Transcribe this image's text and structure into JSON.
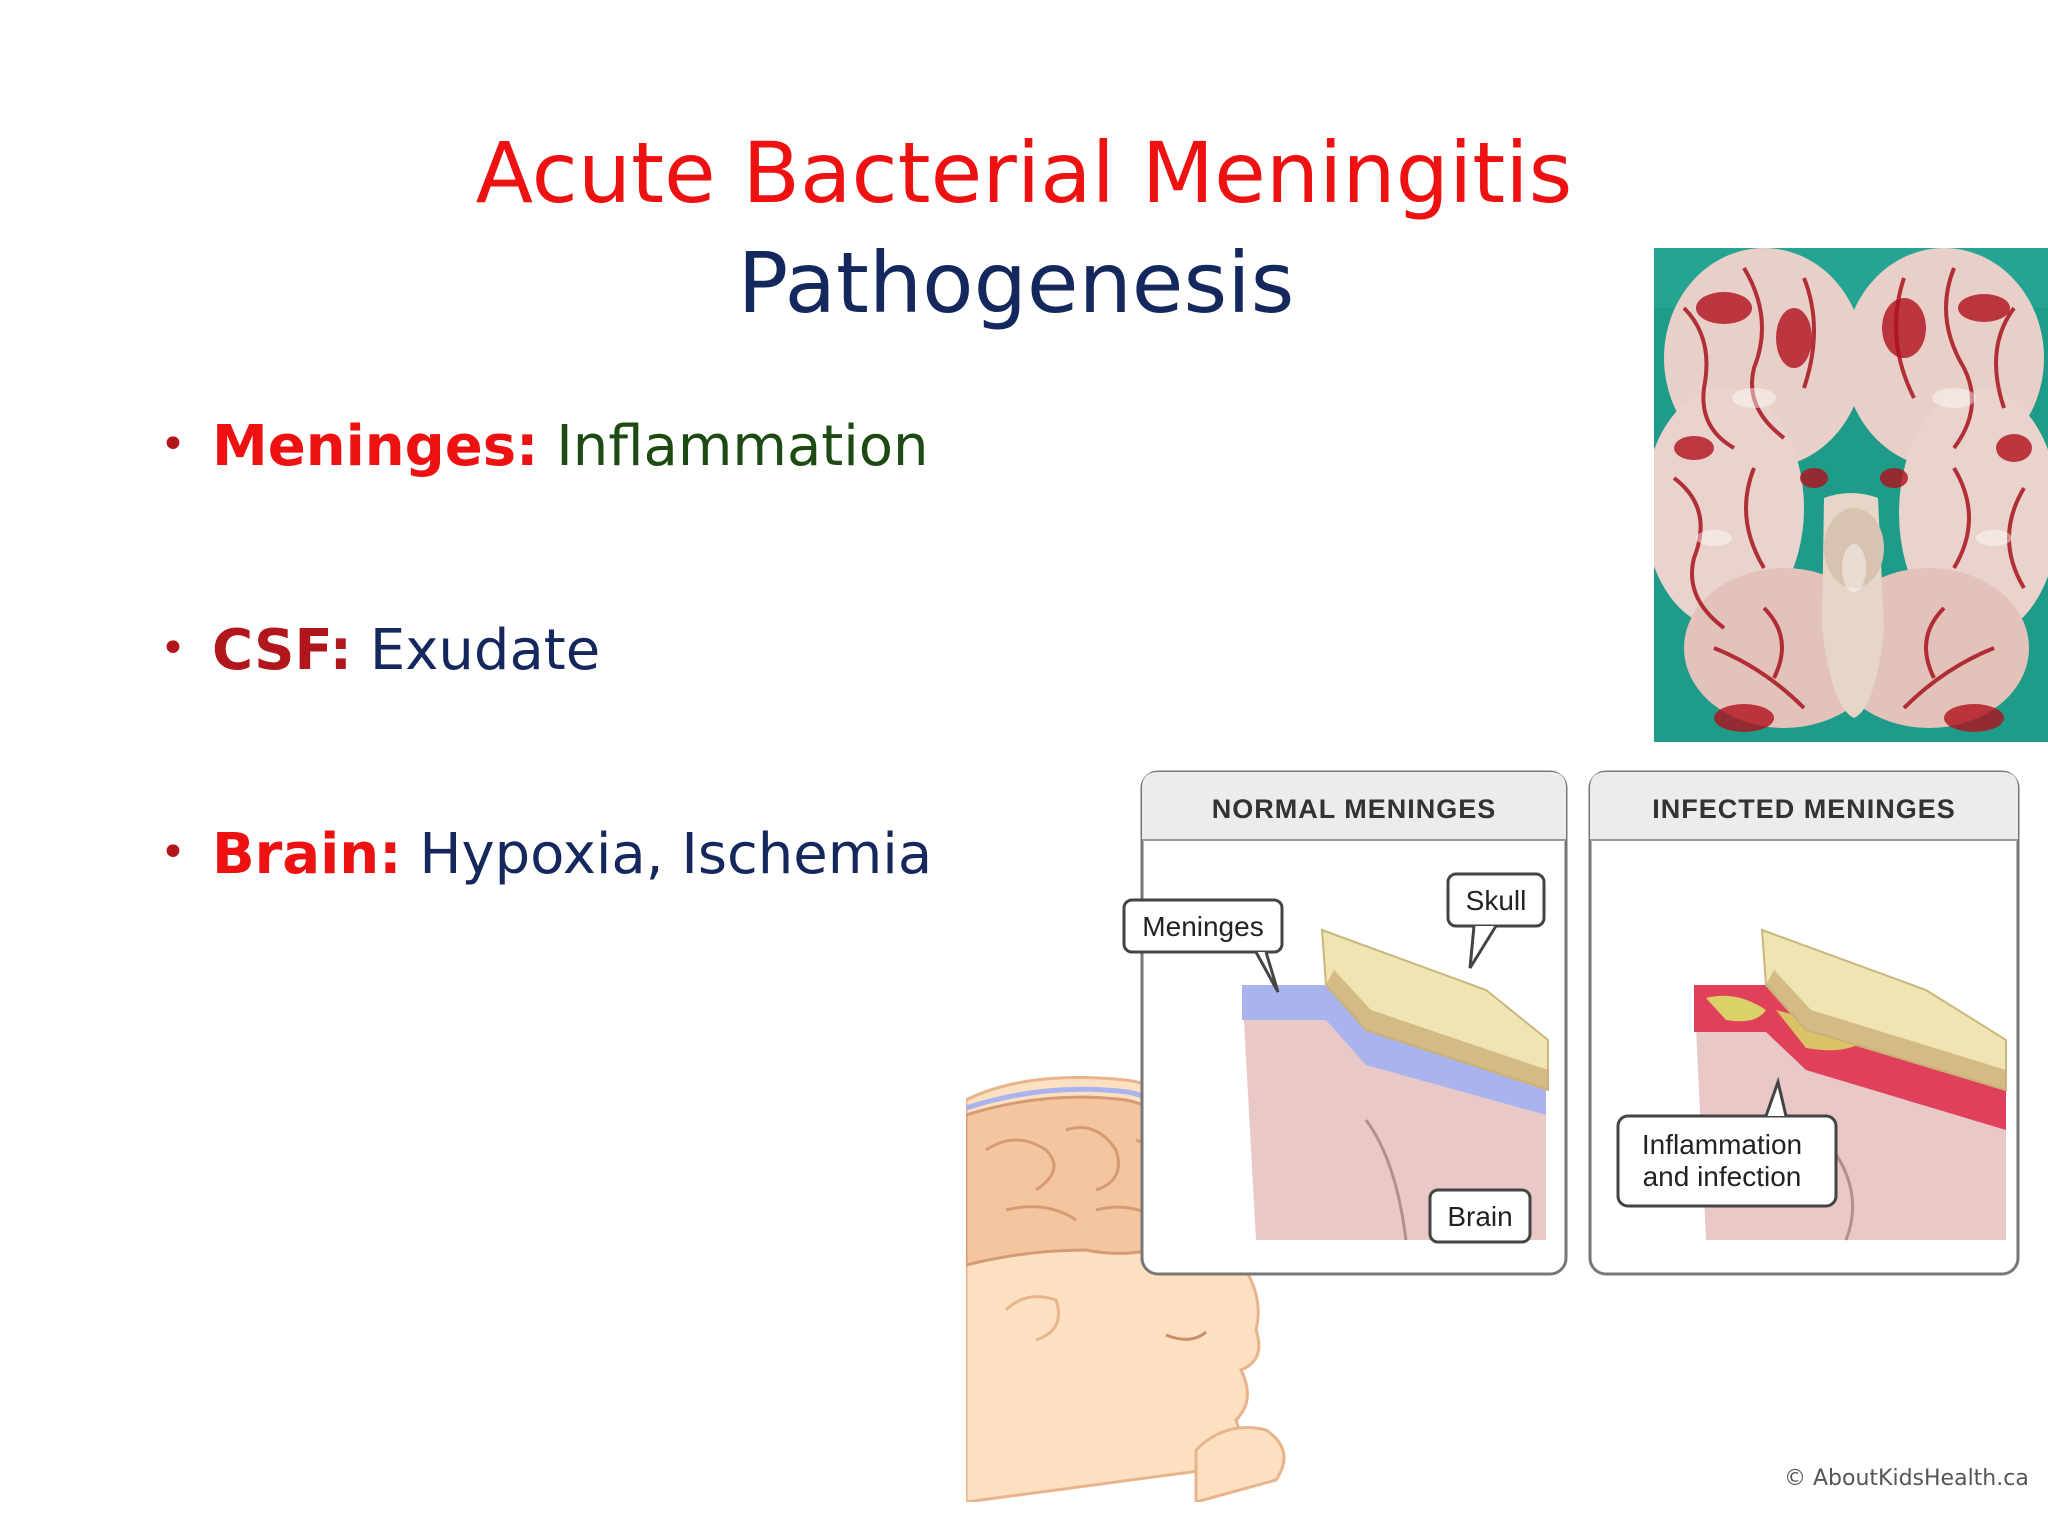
{
  "slide": {
    "title_line1": "Acute Bacterial Meningitis",
    "title_line2": "Pathogenesis",
    "bullet_glyph": "•",
    "bullets": [
      {
        "term": "Meninges:",
        "text": "Inflammation"
      },
      {
        "term": "CSF:",
        "text": "Exudate"
      },
      {
        "term": "Brain:",
        "text": "Hypoxia, Ischemia"
      }
    ],
    "colors": {
      "title_red": "#ee1111",
      "title_navy": "#15285e",
      "term_dark_red": "#b1161c",
      "text_green": "#1d4a12",
      "photo_background": "#1f9b8a",
      "meninges_normal": "#a9b4ee",
      "meninges_infected": "#e0405a",
      "skull": "#efe4b2",
      "brain_tissue": "#e9c8c8"
    }
  },
  "illustration": {
    "panel_normal_title": "NORMAL MENINGES",
    "panel_infected_title": "INFECTED MENINGES",
    "label_meninges": "Meninges",
    "label_skull": "Skull",
    "label_brain": "Brain",
    "label_inflammation_line1": "Inflammation",
    "label_inflammation_line2": "and infection",
    "copyright": "© AboutKidsHealth.ca"
  }
}
